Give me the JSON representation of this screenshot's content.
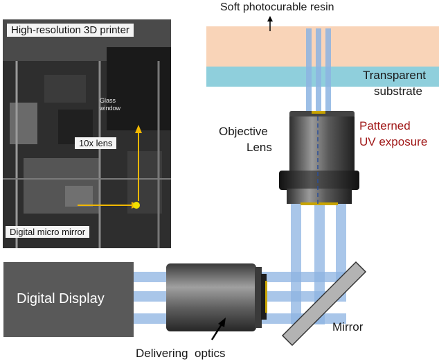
{
  "diagram": {
    "resin_label": "Soft photocurable resin",
    "substrate_label_line1": "Transparent",
    "substrate_label_line2": "substrate",
    "objective_label_line1": "Objective",
    "objective_label_line2": "Lens",
    "exposure_label_line1": "Patterned",
    "exposure_label_line2": "UV exposure",
    "display_label": "Digital Display",
    "mirror_label": "Mirror",
    "optics_label": "Delivering  optics",
    "colors": {
      "resin": "#f9d4b8",
      "substrate": "#8fcfdc",
      "beam": "#8db4e2",
      "exposure_text": "#a01818",
      "display": "#595959",
      "mirror": "#b3b3b3"
    }
  },
  "photo": {
    "title_main": "High-resolution",
    "title_rest": " 3D printer",
    "glass_window": "Glass window",
    "lens_label": "10x lens",
    "dmd_label": "Digital micro mirror",
    "arrow_color": "#f2b800"
  }
}
